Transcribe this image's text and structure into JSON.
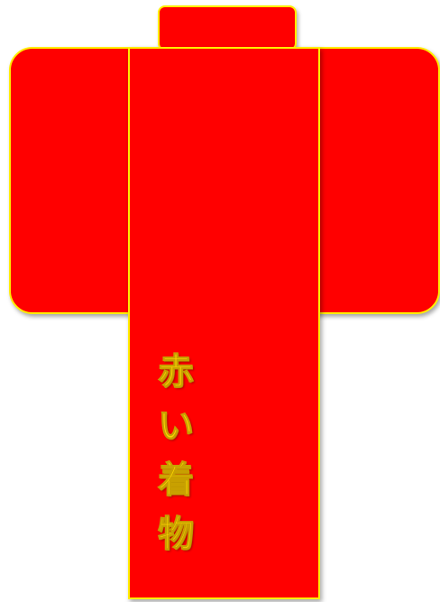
{
  "colors": {
    "garment": "#ff0000",
    "outline": "#ffee00",
    "text": "#ffd800"
  },
  "label": {
    "chars": [
      "赤",
      "い",
      "着",
      "物"
    ]
  }
}
